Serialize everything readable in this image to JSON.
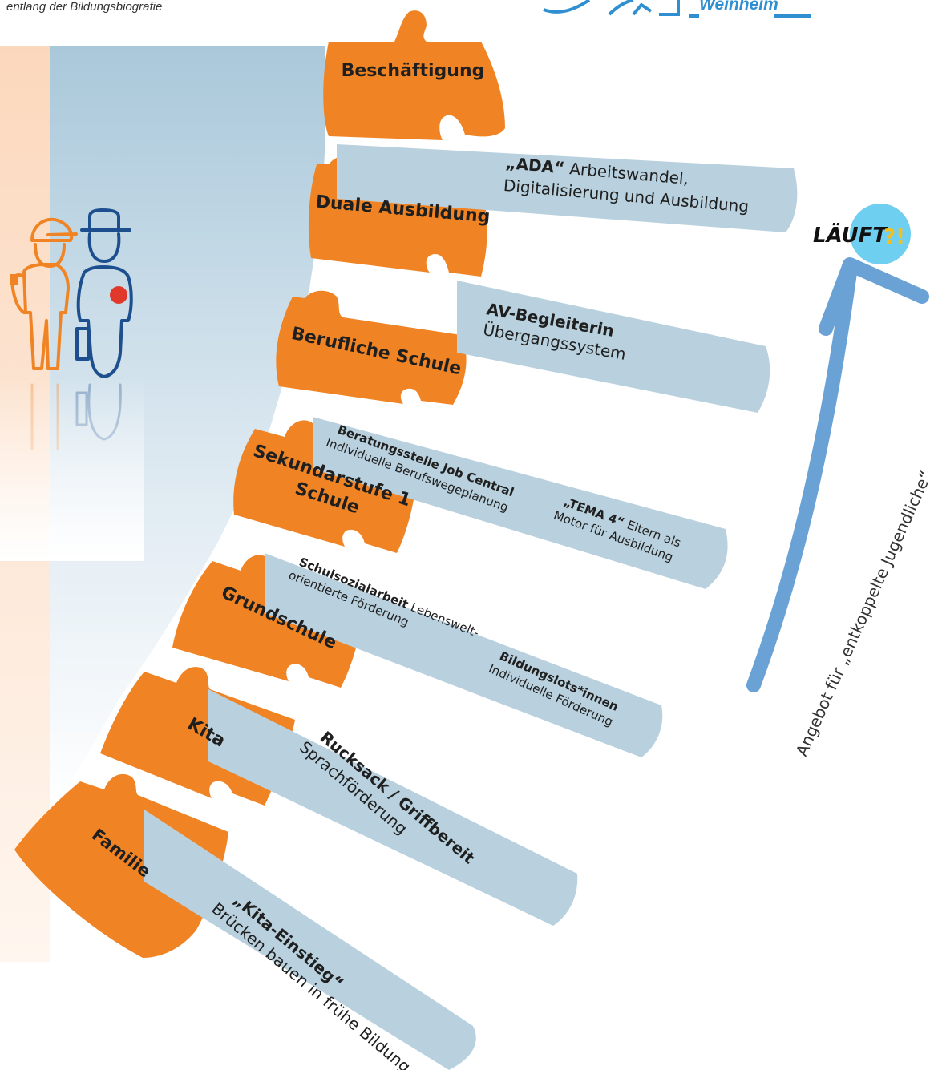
{
  "header": {
    "subtitle": "entlang der Bildungsbiografie",
    "logo_text": "Weinheim"
  },
  "colors": {
    "orange": "#f08424",
    "blue_strip": "#b9d1de",
    "arrow": "#6aa2d6",
    "navy": "#1d4f8e",
    "red_heart": "#e0392b",
    "bubble": "#6fcff0"
  },
  "stages": [
    {
      "id": "beschaeftigung",
      "label": "Beschäftigung"
    },
    {
      "id": "duale-ausbildung",
      "label": "Duale Ausbildung"
    },
    {
      "id": "berufliche-schule",
      "label": "Berufliche Schule"
    },
    {
      "id": "sekundarstufe",
      "line1": "Sekundarstufe 1",
      "line2": "Schule"
    },
    {
      "id": "grundschule",
      "label": "Grundschule"
    },
    {
      "id": "kita",
      "label": "Kita"
    },
    {
      "id": "familie",
      "label": "Familie"
    }
  ],
  "offers": {
    "ada": {
      "bold": "„ADA“",
      "rest": " Arbeitswandel,",
      "line2": "Digitalisierung und Ausbildung"
    },
    "av": {
      "bold": "AV-Begleiterin",
      "line2": "Übergangssystem"
    },
    "jobcentral": {
      "bold": "Beratungsstelle Job Central",
      "line2": "Individuelle Berufswegeplanung"
    },
    "tema": {
      "bold": "„TEMA 4“",
      "rest": " Eltern als",
      "line2": "Motor für Ausbildung"
    },
    "schulsozial": {
      "bold": "Schulsozialarbeit",
      "rest": " Lebenswelt-",
      "line2": "orientierte Förderung"
    },
    "bildungslots": {
      "bold": "Bildungslots*innen",
      "line2": "Individuelle Förderung"
    },
    "rucksack": {
      "bold": "Rucksack / Griffbereit",
      "line2": "Sprachförderung"
    },
    "kitaeinstieg": {
      "bold": "„Kita-Einstieg“",
      "line2": "Brücken bauen in frühe Bildung"
    }
  },
  "laeuft": {
    "text": "LÄUFT",
    "mark": "?!"
  },
  "arrow_label": "Angebot für „entkoppelte Jugendliche“"
}
